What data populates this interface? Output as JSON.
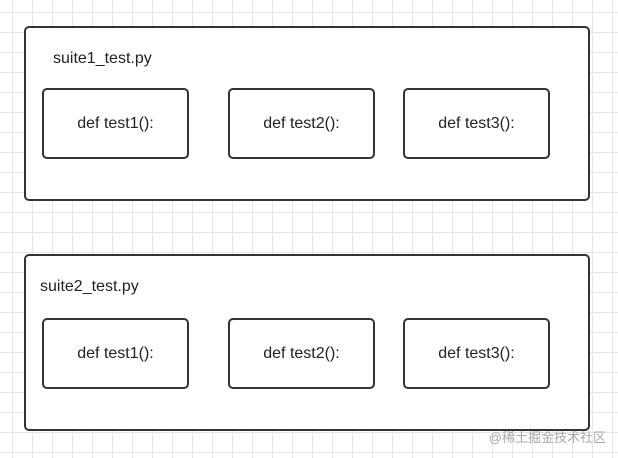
{
  "suites": [
    {
      "title": "suite1_test.py",
      "functions": [
        "def test1():",
        "def test2():",
        "def test3():"
      ]
    },
    {
      "title": "suite2_test.py",
      "functions": [
        "def test1():",
        "def test2():",
        "def test3():"
      ]
    }
  ],
  "watermark": "@稀土掘金技术社区",
  "colors": {
    "border": "#333333",
    "grid": "#e6e6e6",
    "text": "#222222",
    "watermark": "#a8a8a8"
  }
}
